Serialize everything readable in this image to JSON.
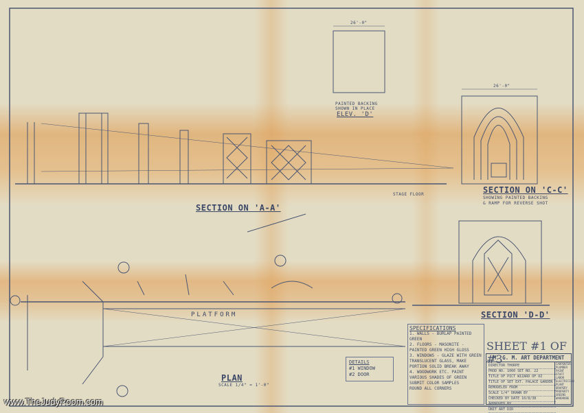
{
  "drawing": {
    "section_aa": "SECTION ON 'A-A'",
    "painted_backing": [
      "PAINTED BACKING",
      "SHOWN IN PLACE",
      "ELEV. 'D'"
    ],
    "section_cc": [
      "SECTION ON 'C-C'",
      "SHOWING PAINTED BACKING",
      "& RAMP FOR REVERSE SHOT"
    ],
    "section_dd": "SECTION 'D-D'",
    "plan": [
      "PLAN",
      "SCALE 1/4\" = 1'-0\""
    ],
    "platform": "PLATFORM",
    "stage_floor": "STAGE FLOOR",
    "dim_top": "26'-0\"",
    "dim_cc": "26'-0\""
  },
  "details": {
    "title": "DETAILS",
    "items": [
      "#1 WINDOW",
      "#2 DOOR"
    ]
  },
  "specifications": {
    "title": "SPECIFICATIONS",
    "items": [
      "1. WALLS - BURLAP PAINTED GREEN",
      "2. FLOORS - MASONITE - PAINTED GREEN HIGH GLOSS",
      "3. WINDOWS - GLAZE WITH GREEN TRANSLUCENT GLASS, MAKE PORTION SOLID BREAK AWAY",
      "4. WOODWORK ETC. PAINT VARIOUS SHADES OF GREEN",
      "SUBMIT COLOR SAMPLES",
      "ROUND ALL CORNERS"
    ]
  },
  "sheet": "SHEET #1 OF #3",
  "title_block": {
    "header": "M. G. M. ART DEPARTMENT",
    "rows": [
      "DIRECTOR THORPE",
      "PROD NO. 1060   SET NO. 22",
      "TITLE OF PICT WIZARD OF OZ",
      "TITLE OF SET EXT. PALACE GARDEN",
      "REMODELED FROM",
      "SCALE 1/4\"   DRAWN BY",
      "CHECKED BY   DATE 10/8/38",
      "APPROVED BY",
      "UNIT ART DIR"
    ],
    "side": [
      "CARPENTER",
      "PLUMBER",
      "PAINT",
      "STAFF",
      "LABOR",
      "ELECTRICIAN",
      "PLANT",
      "DRAPERY",
      "PROPERTY",
      "GREENS",
      "WARDROBE"
    ]
  },
  "watermark": "www.TheJudyRoom.com"
}
